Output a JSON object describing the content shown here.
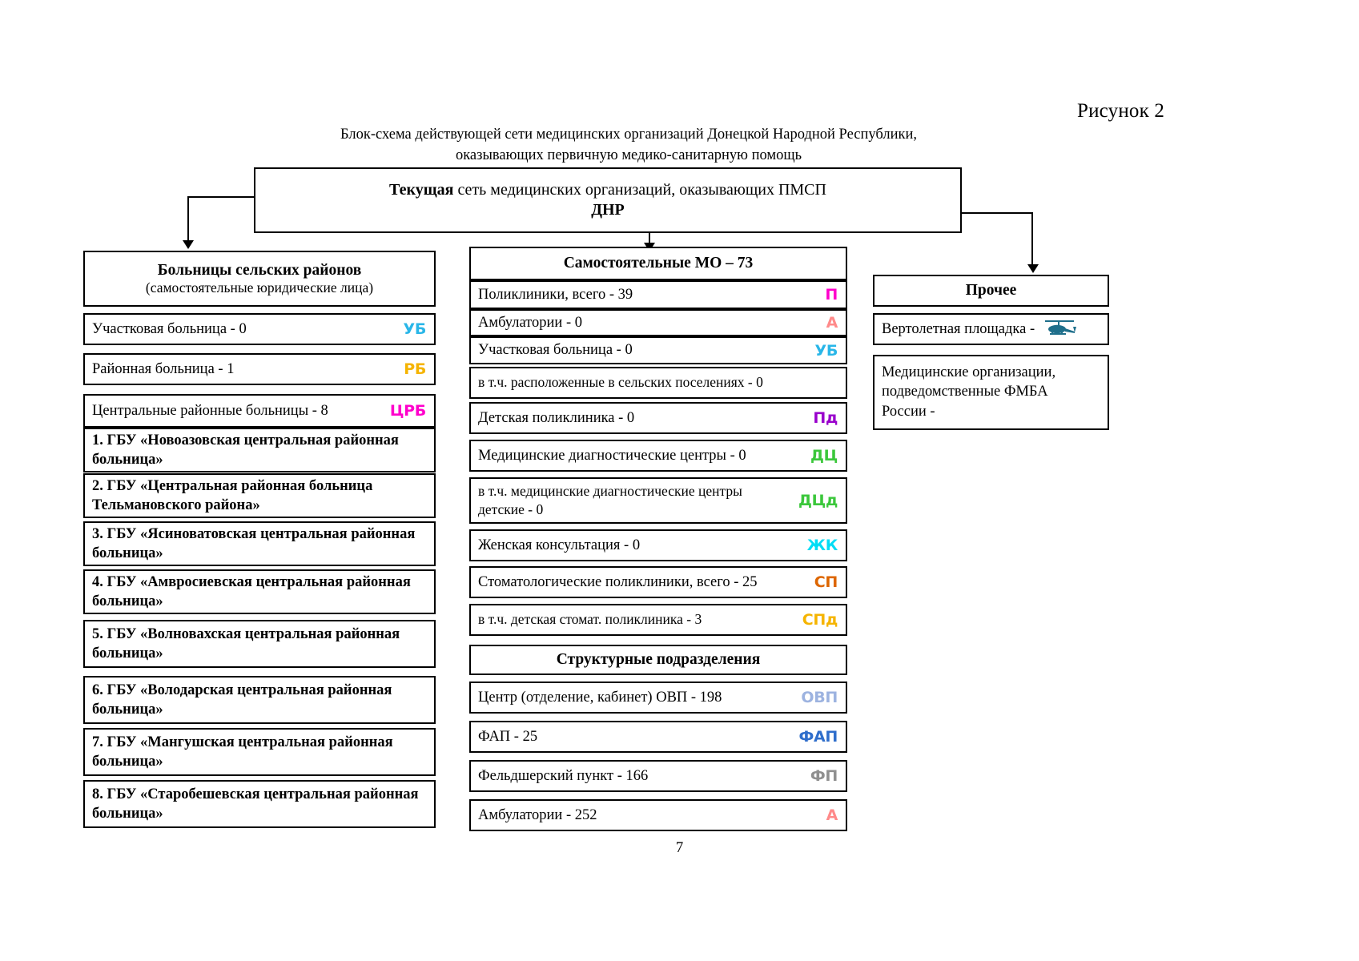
{
  "figure_label": "Рисунок 2",
  "title": {
    "line1": "Блок-схема действующей сети медицинских организаций Донецкой Народной Республики,",
    "line2": "оказывающих первичную медико-санитарную помощь"
  },
  "main_box": {
    "line1_bold": "Текущая",
    "line1_rest": " сеть медицинских организаций, оказывающих ПМСП",
    "line2": "ДНР"
  },
  "left_column": {
    "header": {
      "title": "Больницы сельских районов",
      "subtitle": "(самостоятельные юридические лица)"
    },
    "rows": [
      {
        "label": "Участковая больница - 0",
        "badge": "УБ",
        "badge_color": "#29b6e8"
      },
      {
        "label": "Районная больница - 1",
        "badge": "РБ",
        "badge_color": "#f5b400"
      },
      {
        "label": "Центральные районные больницы - 8",
        "badge": "ЦРБ",
        "badge_color": "#ff00cc"
      }
    ],
    "hospitals": [
      "1. ГБУ «Новоазовская центральная районная больница»",
      "2. ГБУ «Центральная районная больница Тельмановского района»",
      "3. ГБУ «Ясиноватовская центральная районная больница»",
      "4. ГБУ «Амвросиевская центральная районная больница»",
      "5. ГБУ «Волновахская центральная районная больница»",
      "6. ГБУ «Володарская центральная районная больница»",
      "7. ГБУ «Мангушская центральная районная больница»",
      "8. ГБУ «Старобешевская центральная районная больница»"
    ]
  },
  "center_column": {
    "header": "Самостоятельные МО – 73",
    "rows": [
      {
        "label": "Поликлиники, всего - 39",
        "badge": "П",
        "badge_color": "#ff00cc"
      },
      {
        "label": "Амбулатории - 0",
        "badge": "А",
        "badge_color": "#ff8a8a"
      },
      {
        "label": "Участковая больница - 0",
        "badge": "УБ",
        "badge_color": "#29b6e8"
      },
      {
        "label": "в т.ч. расположенные в сельских поселениях - 0",
        "badge": "",
        "badge_color": ""
      },
      {
        "label": "Детская поликлиника - 0",
        "badge": "Пд",
        "badge_color": "#9900cc"
      },
      {
        "label": "Медицинские диагностические центры - 0",
        "badge": "ДЦ",
        "badge_color": "#3bc73b"
      },
      {
        "label": "в т.ч. медицинские диагностические центры детские - 0",
        "badge": "ДЦд",
        "badge_color": "#3bc73b"
      },
      {
        "label": "Женская консультация - 0",
        "badge": "ЖК",
        "badge_color": "#00ddf5"
      },
      {
        "label": "Стоматологические поликлиники, всего - 25",
        "badge": "СП",
        "badge_color": "#dd6600"
      },
      {
        "label": "в т.ч. детская стомат. поликлиника - 3",
        "badge": "СПд",
        "badge_color": "#f5b400"
      }
    ],
    "subheader": "Структурные подразделения",
    "sub_rows": [
      {
        "label": "Центр (отделение, кабинет) ОВП - 198",
        "badge": "ОВП",
        "badge_color": "#9db3e0"
      },
      {
        "label": "ФАП - 25",
        "badge": "ФАП",
        "badge_color": "#2f6ecb"
      },
      {
        "label": "Фельдшерский пункт - 166",
        "badge": "ФП",
        "badge_color": "#8f8f8f"
      },
      {
        "label": "Амбулатории - 252",
        "badge": "А",
        "badge_color": "#ff8a8a"
      }
    ]
  },
  "right_column": {
    "header": "Прочее",
    "helipad_label": "Вертолетная площадка - ",
    "fmba": {
      "line1": "Медицинские организации,",
      "line2": "подведомственные ФМБА",
      "line3": "России -"
    }
  },
  "page_number": "7"
}
